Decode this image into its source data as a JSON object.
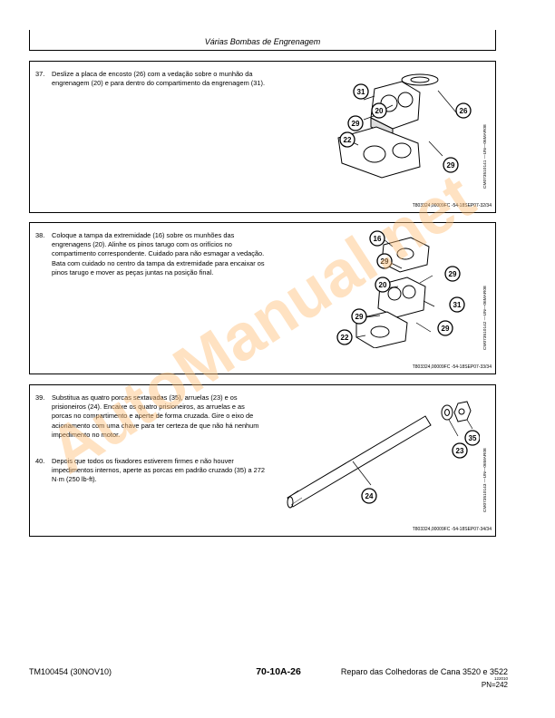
{
  "header": {
    "title": "Várias Bombas de Engrenagem"
  },
  "steps": [
    {
      "num": "37.",
      "text": "Deslize a placa de encosto (26) com a vedação sobre o munhão da engrenagem (20) e para dentro do compartimento da engrenagem (31)."
    },
    {
      "num": "38.",
      "text": "Coloque a tampa da extremidade (16) sobre os munhões das engrenagens (20). Alinhe os pinos tarugo com os orifícios no compartimento correspondente. Cuidado para não esmagar a vedação. Bata com cuidado no centro da tampa da extremidade para encaixar os pinos tarugo e mover as peças juntas na posição final."
    },
    {
      "num": "39.",
      "text": "Substitua as quatro porcas sextavadas (35), arruelas (23) e os prisioneiros (24). Encaixe os quatro prisioneiros, as arruelas e as porcas no compartimento e aperte de forma cruzada. Gire o eixo de acionamento com uma chave para ter certeza de que não há nenhum impedimento no motor."
    },
    {
      "num": "40.",
      "text": "Depois que todos os fixadores estiverem firmes e não houver impedimentos internos, aperte as porcas em padrão cruzado (35) a 272 N·m (250 lb-ft)."
    }
  ],
  "figures": [
    {
      "side_code": "CM073510141 —UN—06MAR08",
      "id": "T803324,00009FC -54-18SEP07-32/34",
      "callouts": [
        "31",
        "20",
        "26",
        "29",
        "22",
        "29"
      ]
    },
    {
      "side_code": "CM073510142 —UN—06MAR08",
      "id": "T803324,00009FC -54-18SEP07-33/34",
      "callouts": [
        "16",
        "29",
        "29",
        "20",
        "31",
        "29",
        "29",
        "22"
      ]
    },
    {
      "side_code": "CM073510143 —UN—06MAR08",
      "id": "T803324,00009FC -54-18SEP07-34/34",
      "callouts": [
        "35",
        "23",
        "24"
      ]
    }
  ],
  "watermark": "AutoManual.net",
  "footer": {
    "doc_id": "TM100454 (30NOV10)",
    "page_number": "70-10A-26",
    "title": "Reparo das Colhedoras de Cana 3520 e 3522",
    "small_code": "122010",
    "page_count": "PN=242"
  }
}
